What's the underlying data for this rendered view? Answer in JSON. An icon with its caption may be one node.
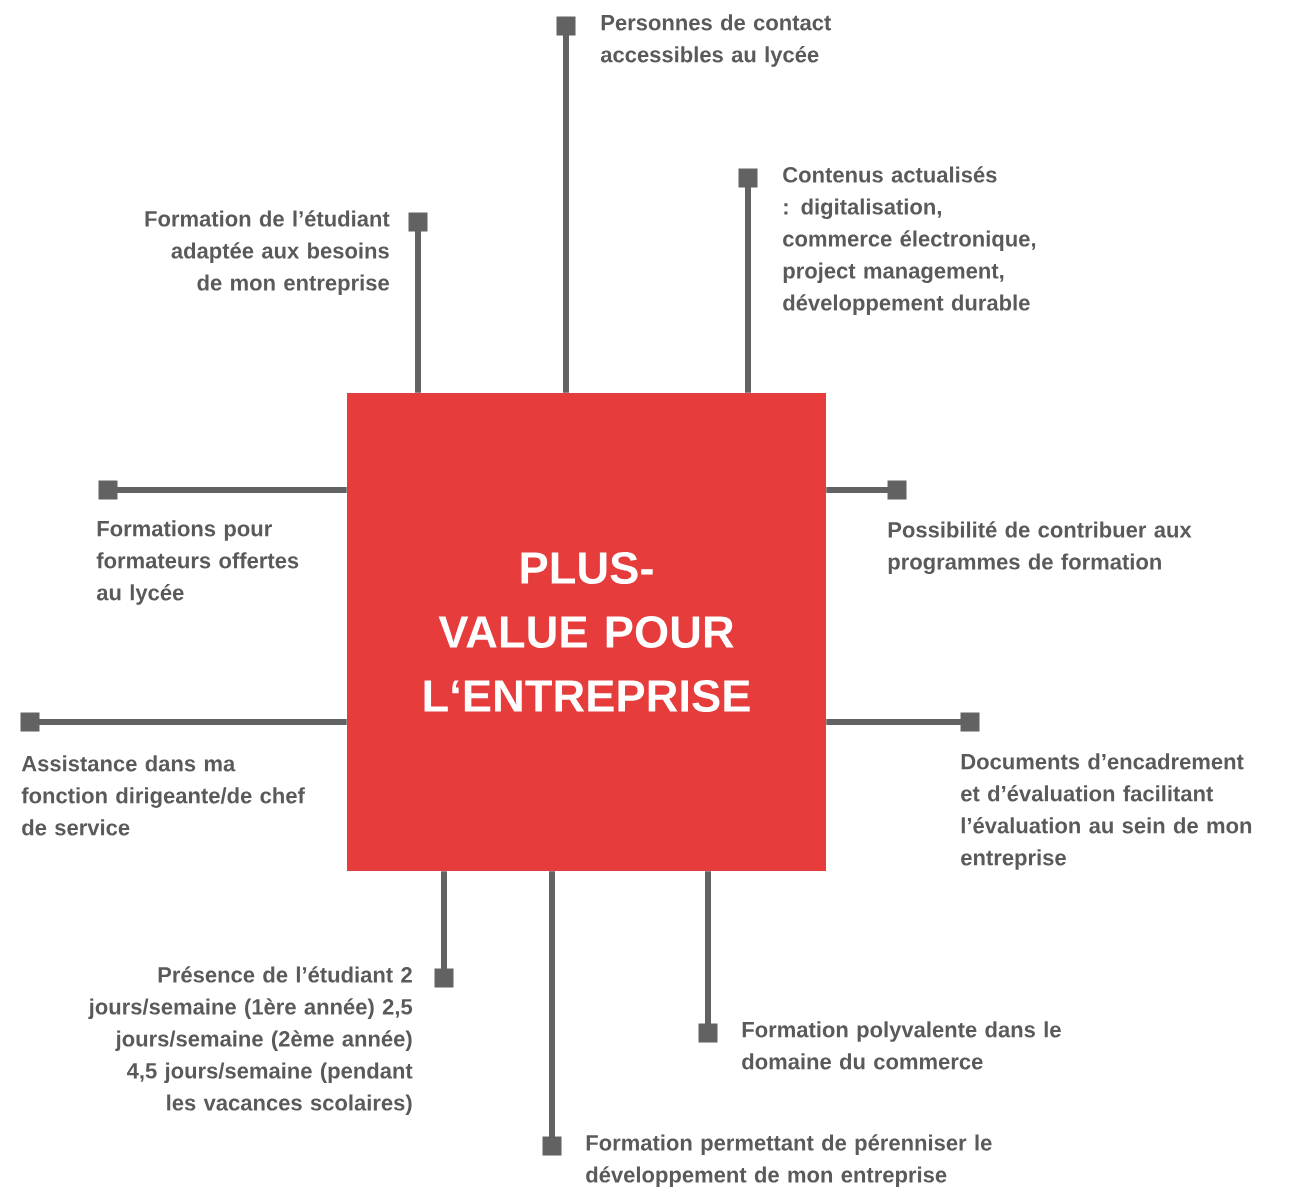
{
  "diagram": {
    "nodes": [
      {
        "text": [
          "PLUS-VALUE POUR L‘ENTREPRISE"
        ]
      },
      {
        "text": [
          "Personnes de contact accessibles au lycée"
        ]
      },
      {
        "text": [
          "Formation de l’étudiant adaptée aux besoins de mon entreprise"
        ]
      },
      {
        "text": [
          "Contenus actualisés : digitalisation, commerce électronique, project management, développement durable"
        ]
      },
      {
        "text": [
          "Formations pour formateurs offertes au lycée"
        ]
      },
      {
        "text": [
          "Possibilité de contribuer aux programmes de formation"
        ]
      },
      {
        "text": [
          "Assistance dans ma fonction dirigeante/de chef de service"
        ]
      },
      {
        "text": [
          "Documents d’encadrement et d’évaluation facilitant l’évaluation au sein de mon entreprise"
        ]
      },
      {
        "text": [
          "Présence de l’étudiant 2 jours/semaine (1ère année) 2,5 jours/semaine (2ème année) 4,5 jours/semaine (pendant les vacances scolaires)"
        ]
      },
      {
        "text": [
          "Formation polyvalente dans le domaine du commerce"
        ]
      },
      {
        "text": [
          "Formation permettant de pérenniser le développement de mon entreprise"
        ]
      }
    ],
    "edges": [
      {
        "from": 0,
        "to": 1,
        "arrow": "other"
      },
      {
        "from": 0,
        "to": 2,
        "arrow": "other"
      },
      {
        "from": 0,
        "to": 3,
        "arrow": "other"
      },
      {
        "from": 0,
        "to": 4,
        "arrow": "other"
      },
      {
        "from": 0,
        "to": 5,
        "arrow": "other"
      },
      {
        "from": 0,
        "to": 6,
        "arrow": "other"
      },
      {
        "from": 0,
        "to": 7,
        "arrow": "other"
      },
      {
        "from": 0,
        "to": 8,
        "arrow": "other"
      },
      {
        "from": 0,
        "to": 9,
        "arrow": "other"
      },
      {
        "from": 0,
        "to": 10,
        "arrow": "other"
      }
    ]
  }
}
